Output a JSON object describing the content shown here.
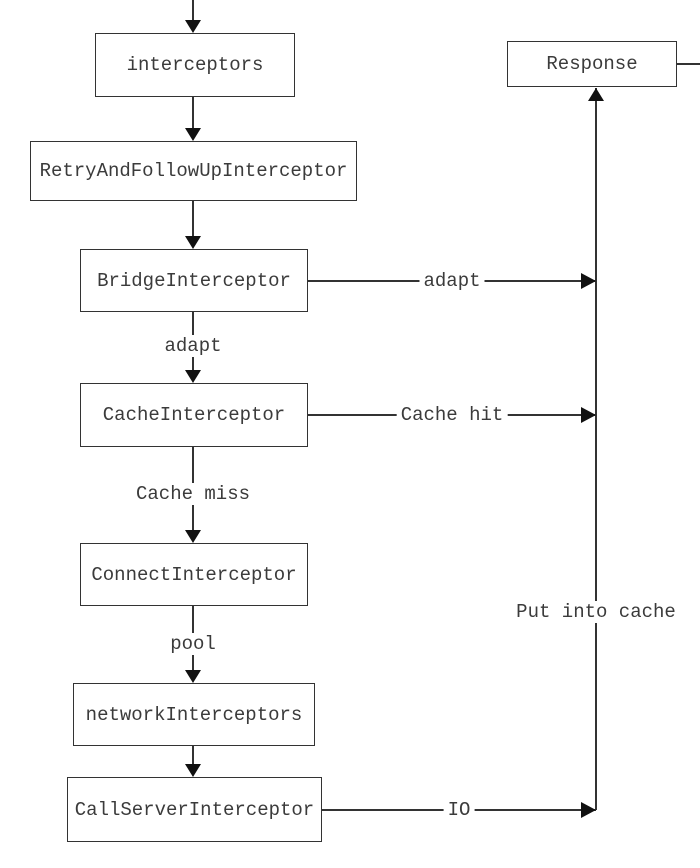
{
  "diagram": {
    "type": "flowchart",
    "nodes": {
      "interceptors": "interceptors",
      "retry": "RetryAndFollowUpInterceptor",
      "bridge": "BridgeInterceptor",
      "cache": "CacheInterceptor",
      "connect": "ConnectInterceptor",
      "network": "networkInterceptors",
      "callserver": "CallServerInterceptor",
      "response": "Response"
    },
    "labels": {
      "adapt_down": "adapt",
      "cache_miss": "Cache miss",
      "pool": "pool",
      "adapt_right": "adapt",
      "cache_hit": "Cache hit",
      "io": "IO",
      "put_into_cache": "Put into cache"
    },
    "edges": [
      {
        "from": "top",
        "to": "interceptors",
        "label": ""
      },
      {
        "from": "interceptors",
        "to": "retry",
        "label": ""
      },
      {
        "from": "retry",
        "to": "bridge",
        "label": ""
      },
      {
        "from": "bridge",
        "to": "cache",
        "label": "adapt"
      },
      {
        "from": "cache",
        "to": "connect",
        "label": "Cache miss"
      },
      {
        "from": "connect",
        "to": "network",
        "label": "pool"
      },
      {
        "from": "network",
        "to": "callserver",
        "label": ""
      },
      {
        "from": "bridge",
        "to": "response",
        "label": "adapt"
      },
      {
        "from": "cache",
        "to": "response",
        "label": "Cache hit"
      },
      {
        "from": "callserver",
        "to": "response",
        "label": "IO"
      },
      {
        "from": "callserver-join",
        "to": "response",
        "label": "Put into cache"
      },
      {
        "from": "response",
        "to": "right-edge",
        "label": ""
      }
    ],
    "colors": {
      "background": "#ffffff",
      "line": "#333333",
      "arrow": "#111111",
      "text": "#3b3b3b"
    }
  }
}
